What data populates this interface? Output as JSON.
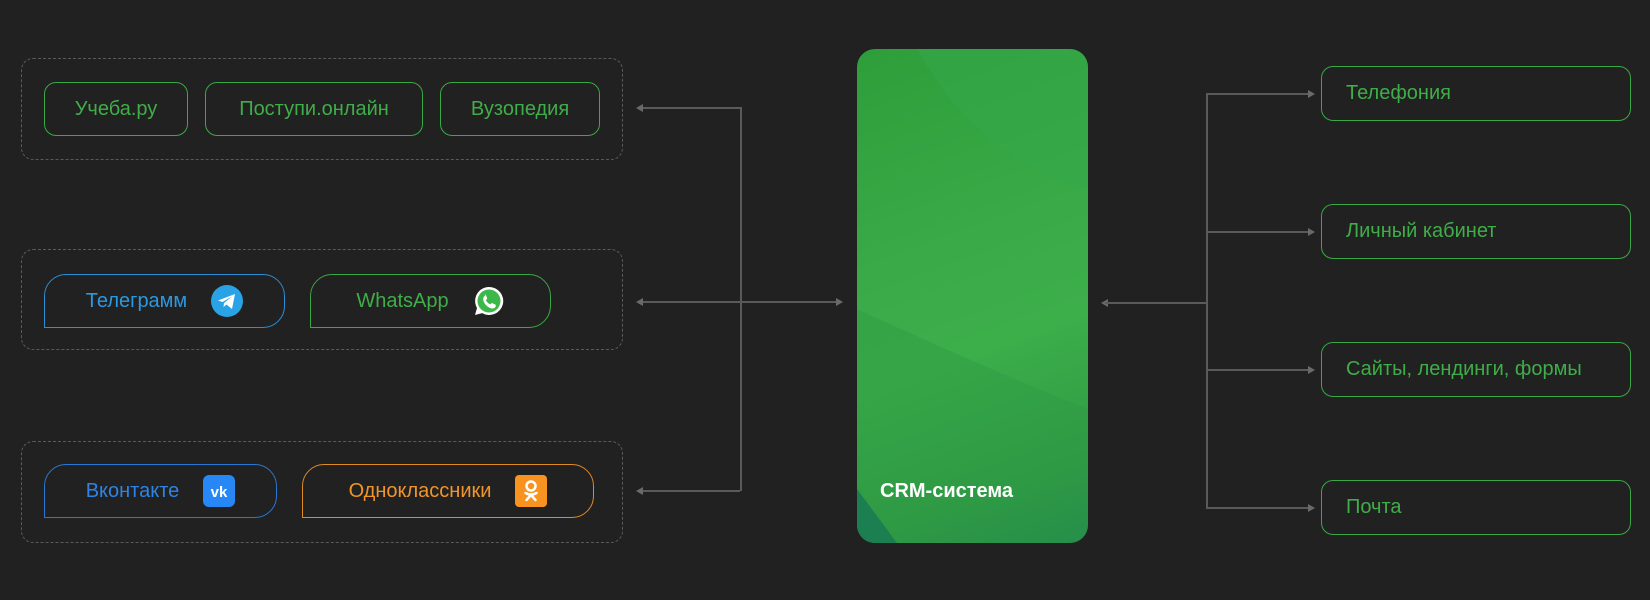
{
  "sources": {
    "education": [
      "Учеба.ру",
      "Поступи.онлайн",
      "Вузопедия"
    ],
    "messengers": [
      {
        "label": "Телеграмм",
        "icon": "telegram-icon",
        "color": "#2c98e0"
      },
      {
        "label": "WhatsApp",
        "icon": "whatsapp-icon",
        "color": "#3fae48"
      }
    ],
    "social": [
      {
        "label": "Вконтакте",
        "icon": "vk-icon",
        "color": "#2d84e6"
      },
      {
        "label": "Одноклассники",
        "icon": "odnoklassniki-icon",
        "color": "#f0952b"
      }
    ]
  },
  "center": {
    "label": "CRM-система",
    "color": "#3aaa48"
  },
  "outputs": [
    "Телефония",
    "Личный кабинет",
    "Сайты, лендинги, формы",
    "Почта"
  ]
}
